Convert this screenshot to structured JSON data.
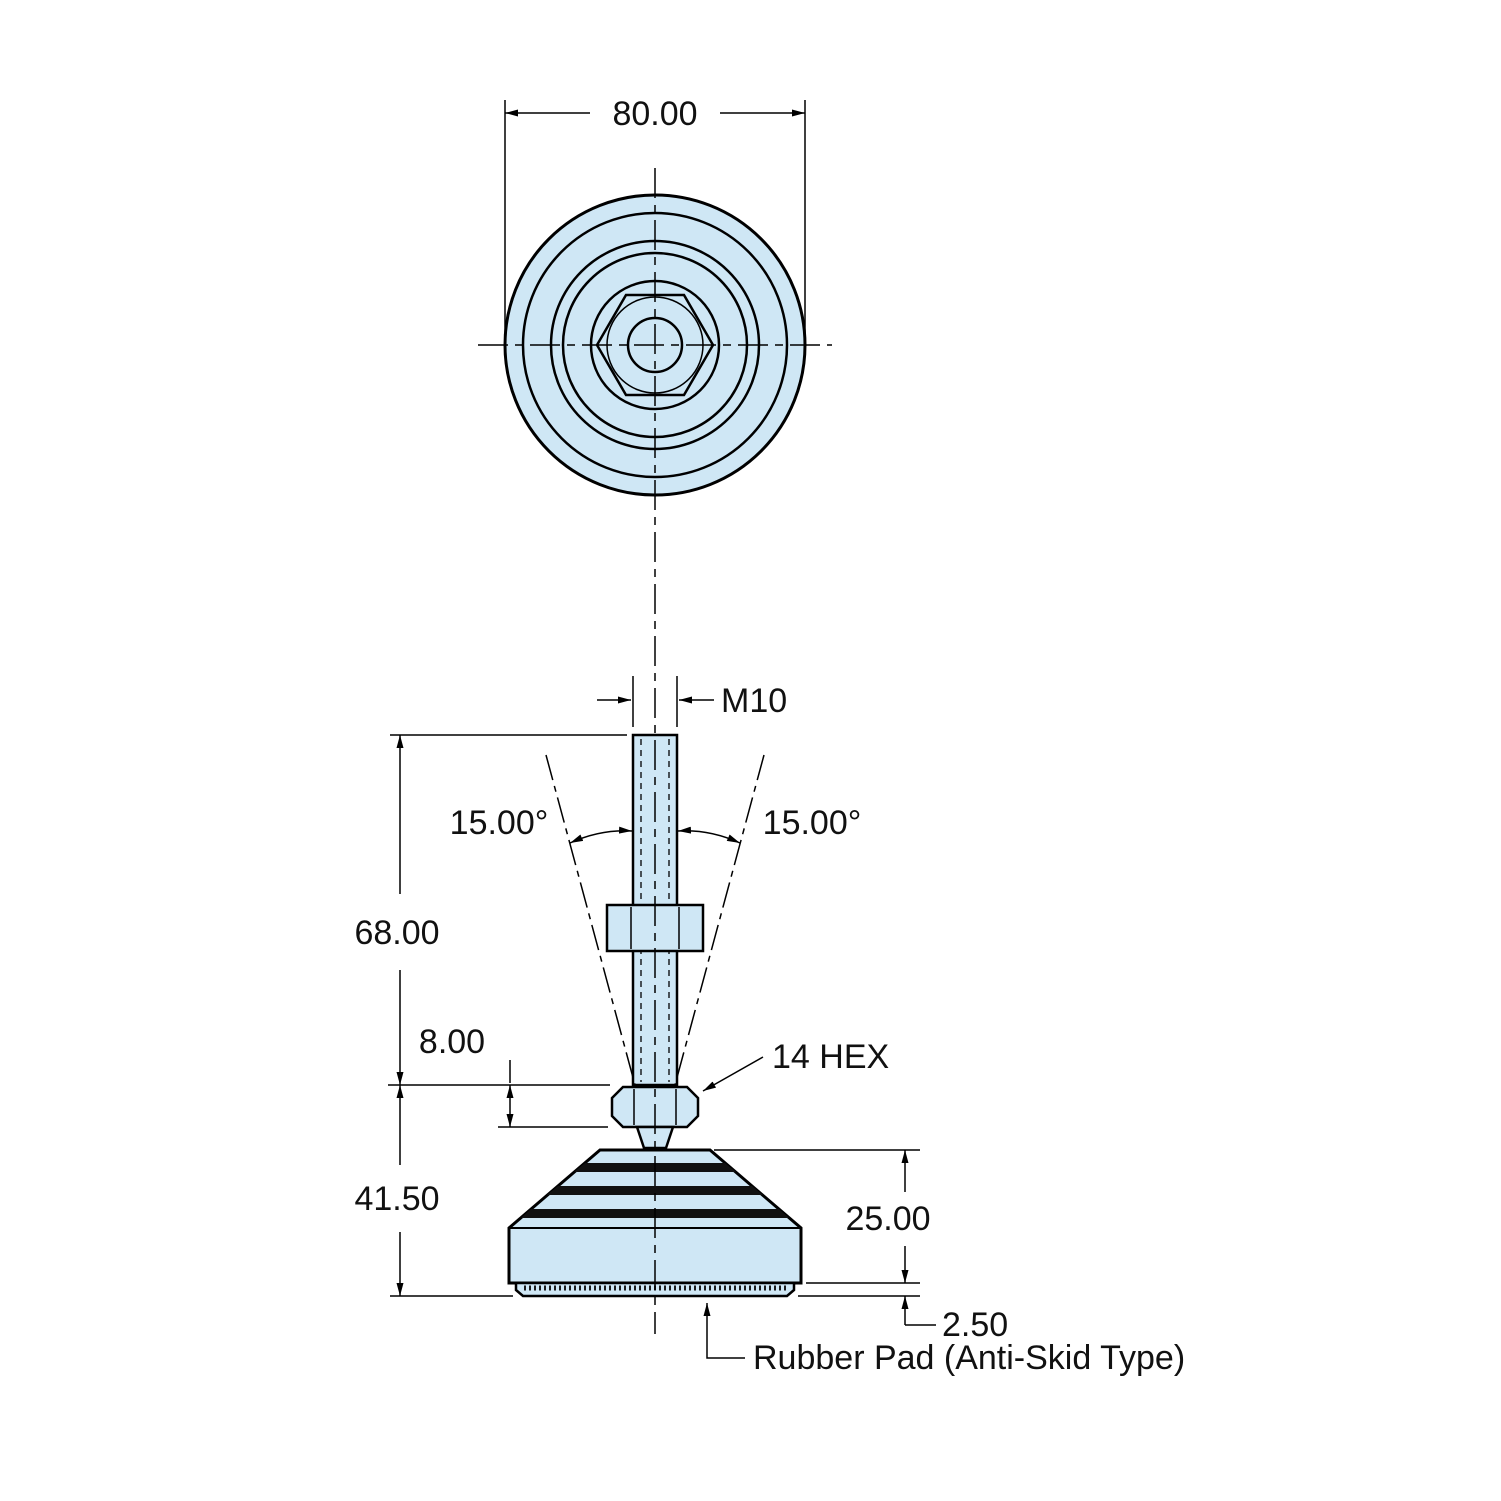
{
  "drawing": {
    "colors": {
      "part_fill": "#cfe7f5",
      "band_fill": "#111111",
      "line": "#000000"
    },
    "dims": {
      "diameter": "80.00",
      "thread": "M10",
      "angle_left": "15.00°",
      "angle_right": "15.00°",
      "stud_length": "68.00",
      "nut_height": "8.00",
      "hex_flats": "14 HEX",
      "overall_height": "41.50",
      "base_height": "25.00",
      "pad_thickness": "2.50"
    },
    "notes": {
      "rubber_pad": "Rubber Pad (Anti-Skid Type)"
    }
  }
}
